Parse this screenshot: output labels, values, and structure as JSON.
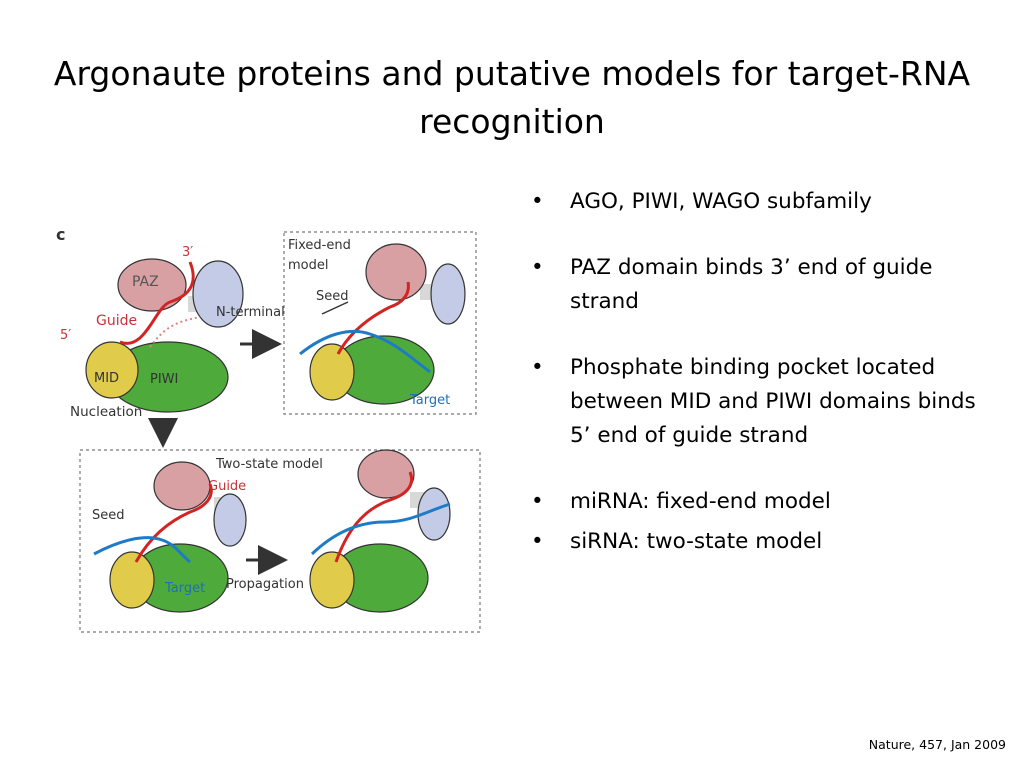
{
  "slide": {
    "title_line1": "Argonaute proteins and putative models for target-RNA",
    "title_line2": "recognition",
    "citation": "Nature, 457, Jan 2009"
  },
  "bullets": [
    "AGO, PIWI, WAGO subfamily",
    "PAZ domain binds 3’ end of guide strand",
    "Phosphate binding pocket located between MID and PIWI domains binds 5’ end of guide strand",
    "miRNA: fixed-end model",
    "siRNA: two-state model"
  ],
  "figure": {
    "panel_letter": "c",
    "labels": {
      "paz": "PAZ",
      "three_prime": "3′",
      "five_prime": "5′",
      "guide": "Guide",
      "n_terminal": "N-terminal",
      "mid": "MID",
      "piwi": "PIWI",
      "nucleation": "Nucleation",
      "fixed_end_1": "Fixed-end",
      "fixed_end_2": "model",
      "seed": "Seed",
      "target": "Target",
      "two_state": "Two-state model",
      "propagation": "Propagation"
    },
    "colors": {
      "paz": "#d9a0a4",
      "piwi": "#4faa3c",
      "mid": "#e0cc4a",
      "n_terminal": "#c4cbe6",
      "guide": "#d32424",
      "target": "#1f7bc6",
      "label_red": "#c8323a",
      "label_blue": "#1f6fb5"
    }
  }
}
